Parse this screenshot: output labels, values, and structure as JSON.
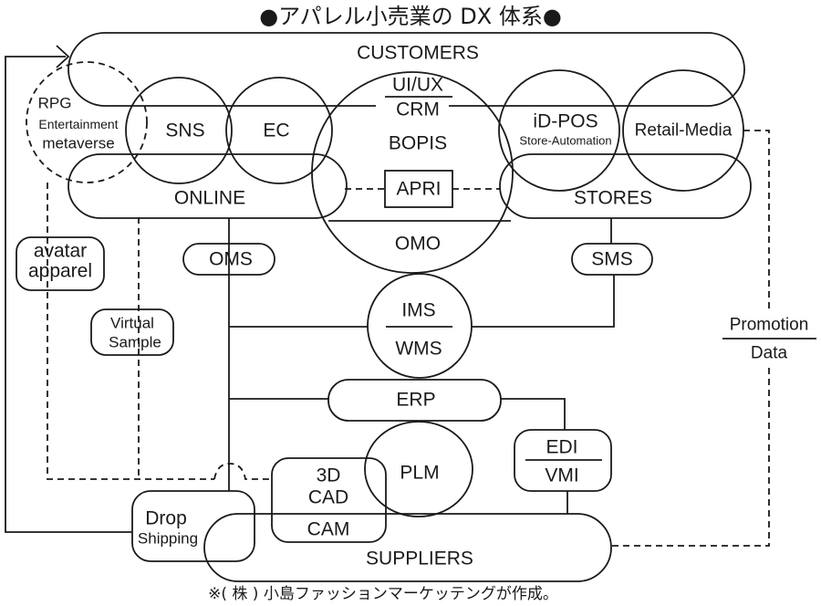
{
  "title": "●アパレル小売業の DX 体系●",
  "footnote": "※( 株 ) 小島ファッションマーケッテングが作成。",
  "nodes": {
    "customers": "CUSTOMERS",
    "online": "ONLINE",
    "stores": "STORES",
    "suppliers": "SUPPLIERS",
    "sns": "SNS",
    "ec": "EC",
    "uiux": "UI/UX",
    "crm": "CRM",
    "bopis": "BOPIS",
    "apri": "APRI",
    "omo": "OMO",
    "idpos": "iD-POS",
    "store_automation": "Store-Automation",
    "retail_media": "Retail-Media",
    "rpg": "RPG",
    "entertainment": "Entertainment",
    "metaverse": "metaverse",
    "avatar": "avatar",
    "apparel": "apparel",
    "virtual": "Virtual",
    "sample": "Sample",
    "oms": "OMS",
    "sms": "SMS",
    "ims": "IMS",
    "wms": "WMS",
    "erp": "ERP",
    "plm": "PLM",
    "cad_3d": "3D",
    "cad": "CAD",
    "cam": "CAM",
    "edi": "EDI",
    "vmi": "VMI",
    "drop": "Drop",
    "shipping": "Shipping",
    "promotion": "Promotion",
    "data": "Data"
  }
}
